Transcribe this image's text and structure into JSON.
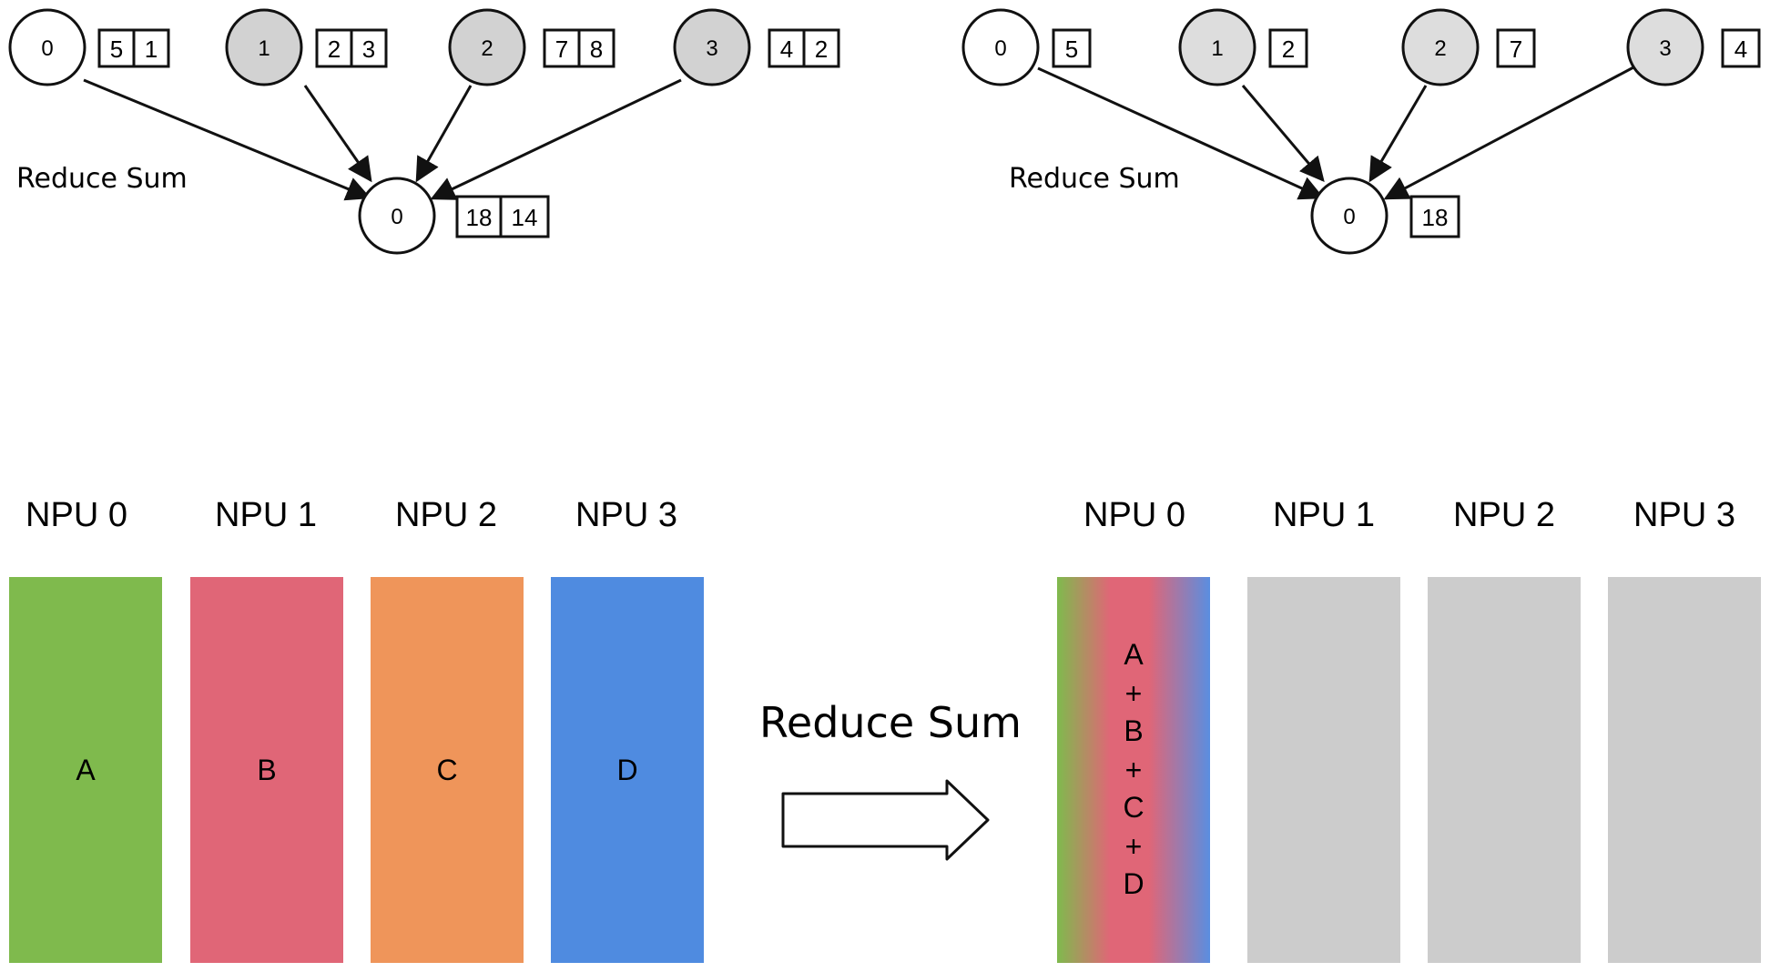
{
  "colors": {
    "green": "#7fba4d",
    "red": "#e06677",
    "orange": "#ef955a",
    "blue": "#4f8be0",
    "gray": "#cccccc",
    "node_gray": "#d2d2d2",
    "node_light": "#dddddd"
  },
  "left_tree": {
    "caption": "Reduce Sum",
    "sources": [
      {
        "id": "0",
        "values": [
          "5",
          "1"
        ],
        "fill": "white"
      },
      {
        "id": "1",
        "values": [
          "2",
          "3"
        ],
        "fill": "gray"
      },
      {
        "id": "2",
        "values": [
          "7",
          "8"
        ],
        "fill": "gray"
      },
      {
        "id": "3",
        "values": [
          "4",
          "2"
        ],
        "fill": "gray"
      }
    ],
    "target": {
      "id": "0",
      "values": [
        "18",
        "14"
      ]
    }
  },
  "right_tree": {
    "caption": "Reduce Sum",
    "sources": [
      {
        "id": "0",
        "values": [
          "5"
        ],
        "fill": "white"
      },
      {
        "id": "1",
        "values": [
          "2"
        ],
        "fill": "light"
      },
      {
        "id": "2",
        "values": [
          "7"
        ],
        "fill": "light"
      },
      {
        "id": "3",
        "values": [
          "4"
        ],
        "fill": "light"
      }
    ],
    "target": {
      "id": "0",
      "values": [
        "18"
      ]
    }
  },
  "before": {
    "npus": [
      {
        "label": "NPU 0",
        "content": "A",
        "color": "green"
      },
      {
        "label": "NPU 1",
        "content": "B",
        "color": "red"
      },
      {
        "label": "NPU 2",
        "content": "C",
        "color": "orange"
      },
      {
        "label": "NPU 3",
        "content": "D",
        "color": "blue"
      }
    ]
  },
  "operation": {
    "label": "Reduce Sum"
  },
  "after": {
    "npus": [
      {
        "label": "NPU 0",
        "content": [
          "A",
          "+",
          "B",
          "+",
          "C",
          "+",
          "D"
        ],
        "color": "gradient"
      },
      {
        "label": "NPU 1",
        "content": [],
        "color": "gray"
      },
      {
        "label": "NPU 2",
        "content": [],
        "color": "gray"
      },
      {
        "label": "NPU 3",
        "content": [],
        "color": "gray"
      }
    ]
  }
}
